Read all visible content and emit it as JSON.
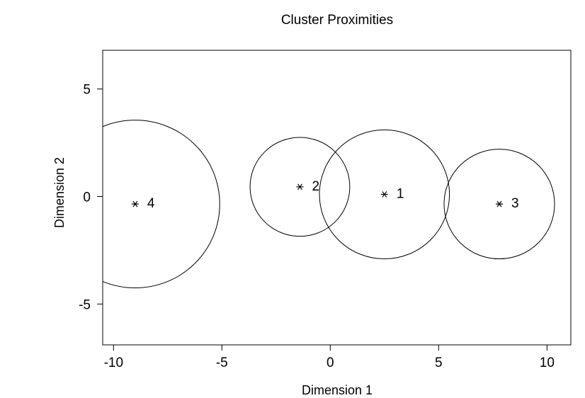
{
  "chart_data": {
    "type": "scatter",
    "title": "Cluster Proximities",
    "xlabel": "Dimension 1",
    "ylabel": "Dimension 2",
    "xlim": [
      -10.5,
      11.1
    ],
    "ylim": [
      -6.9,
      6.8
    ],
    "x_ticks": [
      -10,
      -5,
      0,
      5,
      10
    ],
    "y_ticks": [
      -5,
      0,
      5
    ],
    "grid": false,
    "marker": "asterisk",
    "clusters": [
      {
        "label": "1",
        "x": 2.5,
        "y": 0.1,
        "radius": 3.0
      },
      {
        "label": "2",
        "x": -1.4,
        "y": 0.45,
        "radius": 2.3
      },
      {
        "label": "3",
        "x": 7.8,
        "y": -0.35,
        "radius": 2.55
      },
      {
        "label": "4",
        "x": -9.0,
        "y": -0.35,
        "radius": 3.9
      }
    ]
  }
}
